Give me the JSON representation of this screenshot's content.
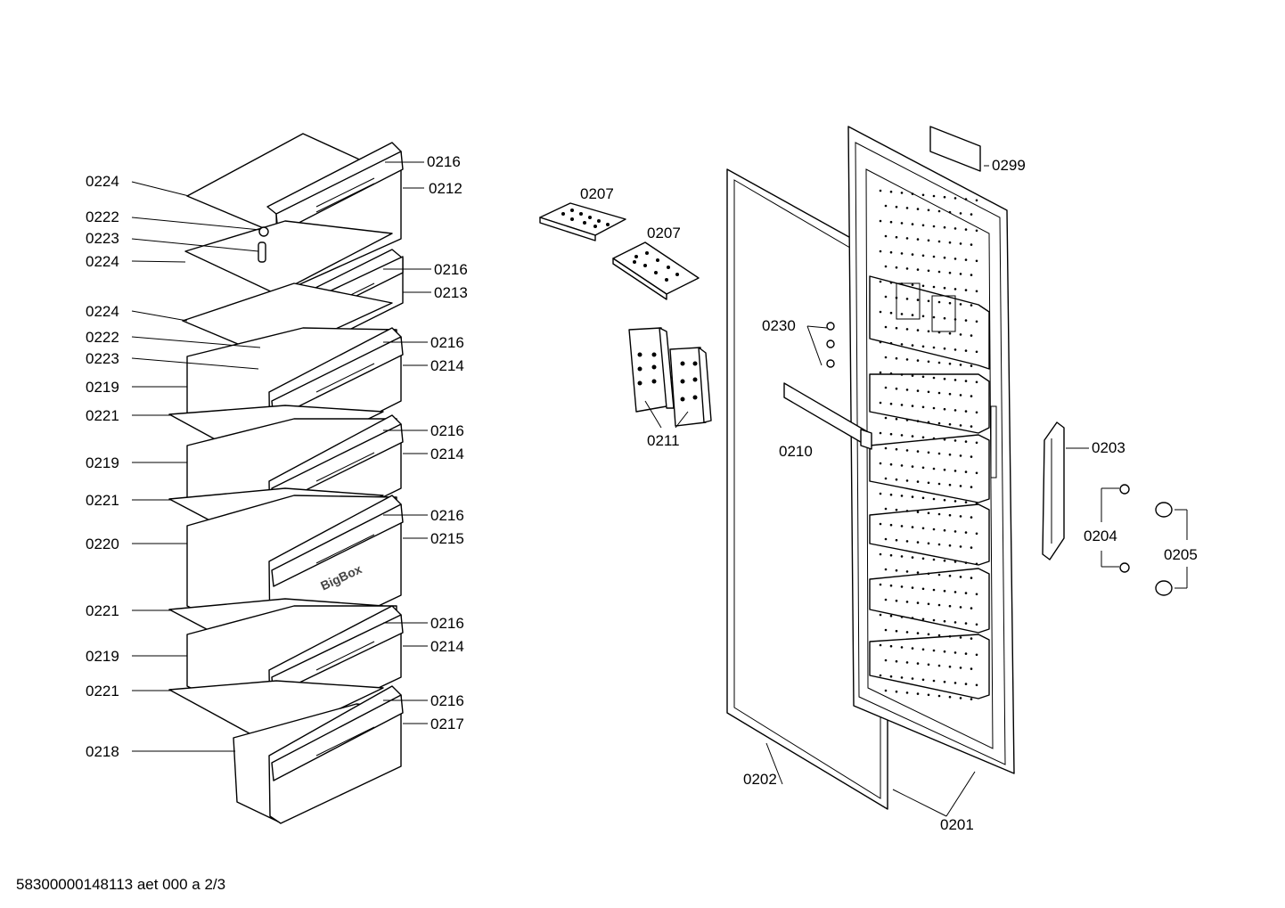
{
  "labels": {
    "l0216a": "0216",
    "l0212": "0212",
    "l0224a": "0224",
    "l0222a": "0222",
    "l0223a": "0223",
    "l0224b": "0224",
    "l0216b": "0216",
    "l0213": "0213",
    "l0224c": "0224",
    "l0222b": "0222",
    "l0216c": "0216",
    "l0223b": "0223",
    "l0214a": "0214",
    "l0219a": "0219",
    "l0221a": "0221",
    "l0216d": "0216",
    "l0219b": "0219",
    "l0214b": "0214",
    "l0221b": "0221",
    "l0216e": "0216",
    "l0220": "0220",
    "l0215": "0215",
    "l0221c": "0221",
    "l0216f": "0216",
    "l0219c": "0219",
    "l0214c": "0214",
    "l0221d": "0221",
    "l0216g": "0216",
    "l0217": "0217",
    "l0218": "0218",
    "l0207a": "0207",
    "l0207b": "0207",
    "l0230": "0230",
    "l0211": "0211",
    "l0210": "0210",
    "l0202": "0202",
    "l0201": "0201",
    "l0299": "0299",
    "l0203": "0203",
    "l0204": "0204",
    "l0205": "0205"
  },
  "brand_text": "BigBox",
  "footer": "58300000148113 aet 000 a 2/3"
}
